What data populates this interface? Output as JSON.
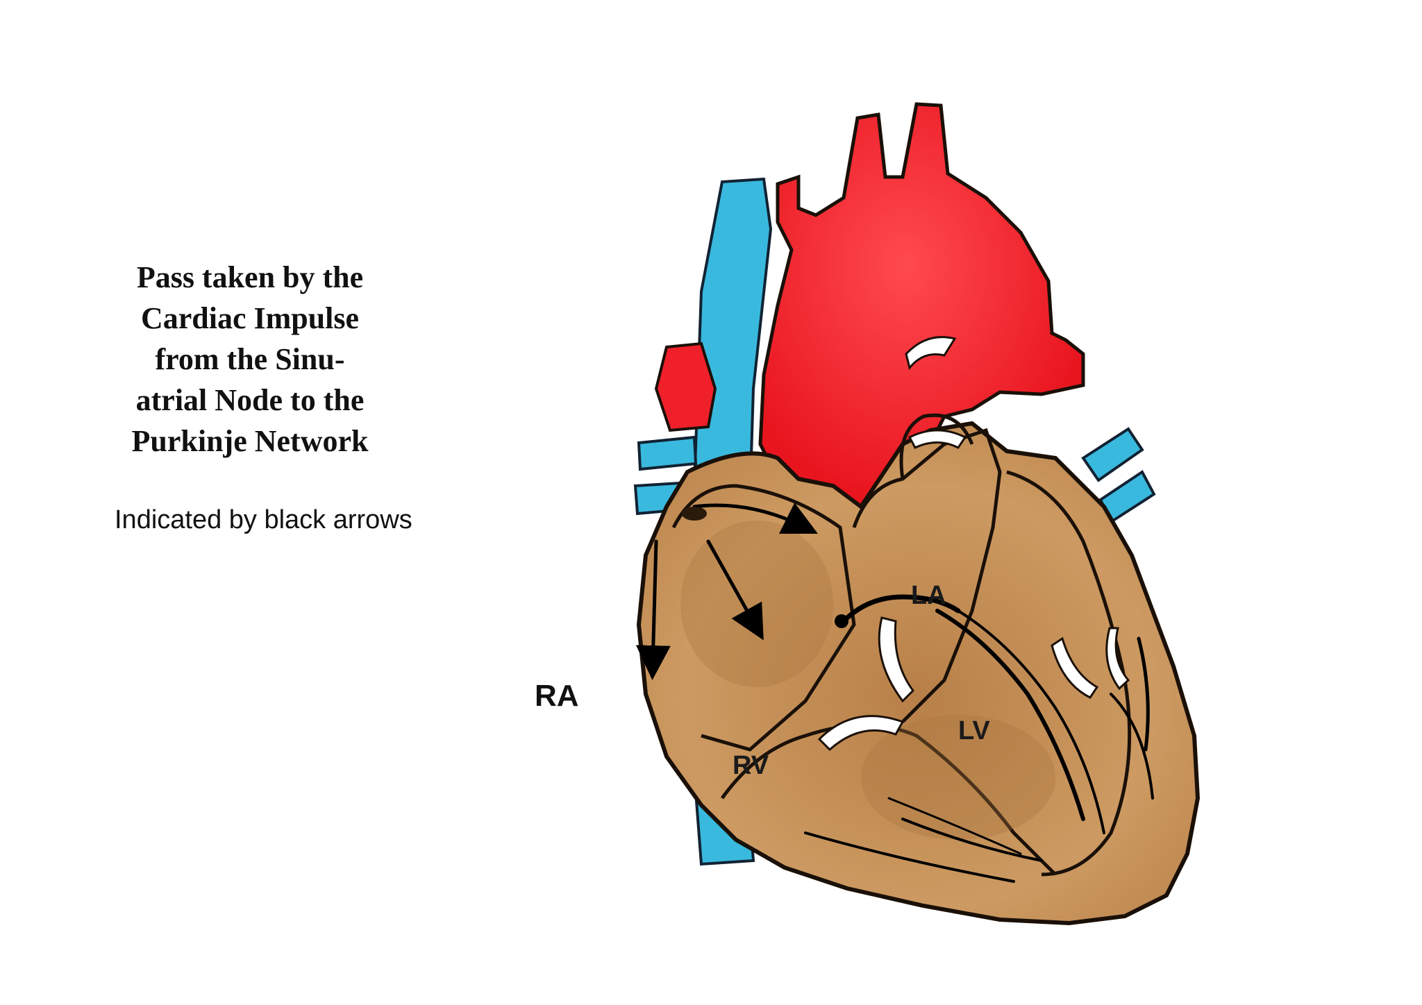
{
  "title_lines": [
    "Pass taken by the",
    "Cardiac Impulse",
    "from the Sinu-",
    "atrial Node to the",
    "Purkinje Network"
  ],
  "subtitle": "Indicated by black arrows",
  "labels": {
    "ra": "RA",
    "la": "LA",
    "lv": "LV",
    "rv": "RV"
  },
  "colors": {
    "aorta": "#f0202a",
    "vena_cava": "#3ab9de",
    "muscle": "#c8955c",
    "muscle_shade": "#a8753e",
    "outline": "#1a1008",
    "arrows": "#000000"
  }
}
